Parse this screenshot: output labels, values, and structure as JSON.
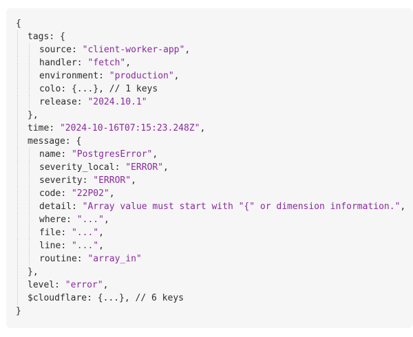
{
  "viewer": {
    "lines": [
      {
        "depth": 0,
        "parts": [
          {
            "t": "punct",
            "v": "{"
          }
        ]
      },
      {
        "depth": 1,
        "parts": [
          {
            "t": "key",
            "v": "tags"
          },
          {
            "t": "punct",
            "v": ": {"
          }
        ]
      },
      {
        "depth": 2,
        "parts": [
          {
            "t": "key",
            "v": "source"
          },
          {
            "t": "punct",
            "v": ": "
          },
          {
            "t": "str",
            "v": "\"client-worker-app\""
          },
          {
            "t": "punct",
            "v": ","
          }
        ]
      },
      {
        "depth": 2,
        "parts": [
          {
            "t": "key",
            "v": "handler"
          },
          {
            "t": "punct",
            "v": ": "
          },
          {
            "t": "str",
            "v": "\"fetch\""
          },
          {
            "t": "punct",
            "v": ","
          }
        ]
      },
      {
        "depth": 2,
        "parts": [
          {
            "t": "key",
            "v": "environment"
          },
          {
            "t": "punct",
            "v": ": "
          },
          {
            "t": "str",
            "v": "\"production\""
          },
          {
            "t": "punct",
            "v": ","
          }
        ]
      },
      {
        "depth": 2,
        "parts": [
          {
            "t": "key",
            "v": "colo"
          },
          {
            "t": "punct",
            "v": ": {...}, "
          },
          {
            "t": "comment",
            "v": "// 1 keys"
          }
        ]
      },
      {
        "depth": 2,
        "parts": [
          {
            "t": "key",
            "v": "release"
          },
          {
            "t": "punct",
            "v": ": "
          },
          {
            "t": "str",
            "v": "\"2024.10.1\""
          }
        ]
      },
      {
        "depth": 1,
        "parts": [
          {
            "t": "punct",
            "v": "},"
          }
        ]
      },
      {
        "depth": 1,
        "parts": [
          {
            "t": "key",
            "v": "time"
          },
          {
            "t": "punct",
            "v": ": "
          },
          {
            "t": "str",
            "v": "\"2024-10-16T07:15:23.248Z\""
          },
          {
            "t": "punct",
            "v": ","
          }
        ]
      },
      {
        "depth": 1,
        "parts": [
          {
            "t": "key",
            "v": "message"
          },
          {
            "t": "punct",
            "v": ": {"
          }
        ]
      },
      {
        "depth": 2,
        "parts": [
          {
            "t": "key",
            "v": "name"
          },
          {
            "t": "punct",
            "v": ": "
          },
          {
            "t": "str",
            "v": "\"PostgresError\""
          },
          {
            "t": "punct",
            "v": ","
          }
        ]
      },
      {
        "depth": 2,
        "parts": [
          {
            "t": "key",
            "v": "severity_local"
          },
          {
            "t": "punct",
            "v": ": "
          },
          {
            "t": "str",
            "v": "\"ERROR\""
          },
          {
            "t": "punct",
            "v": ","
          }
        ]
      },
      {
        "depth": 2,
        "parts": [
          {
            "t": "key",
            "v": "severity"
          },
          {
            "t": "punct",
            "v": ": "
          },
          {
            "t": "str",
            "v": "\"ERROR\""
          },
          {
            "t": "punct",
            "v": ","
          }
        ]
      },
      {
        "depth": 2,
        "parts": [
          {
            "t": "key",
            "v": "code"
          },
          {
            "t": "punct",
            "v": ": "
          },
          {
            "t": "str",
            "v": "\"22P02\""
          },
          {
            "t": "punct",
            "v": ","
          }
        ]
      },
      {
        "depth": 2,
        "parts": [
          {
            "t": "key",
            "v": "detail"
          },
          {
            "t": "punct",
            "v": ": "
          },
          {
            "t": "str",
            "v": "\"Array value must start with \"{\" or dimension information.\""
          },
          {
            "t": "punct",
            "v": ","
          }
        ]
      },
      {
        "depth": 2,
        "parts": [
          {
            "t": "key",
            "v": "where"
          },
          {
            "t": "punct",
            "v": ": "
          },
          {
            "t": "str",
            "v": "\"...\""
          },
          {
            "t": "punct",
            "v": ","
          }
        ]
      },
      {
        "depth": 2,
        "parts": [
          {
            "t": "key",
            "v": "file"
          },
          {
            "t": "punct",
            "v": ": "
          },
          {
            "t": "str",
            "v": "\"...\""
          },
          {
            "t": "punct",
            "v": ","
          }
        ]
      },
      {
        "depth": 2,
        "parts": [
          {
            "t": "key",
            "v": "line"
          },
          {
            "t": "punct",
            "v": ": "
          },
          {
            "t": "str",
            "v": "\"...\""
          },
          {
            "t": "punct",
            "v": ","
          }
        ]
      },
      {
        "depth": 2,
        "parts": [
          {
            "t": "key",
            "v": "routine"
          },
          {
            "t": "punct",
            "v": ": "
          },
          {
            "t": "str",
            "v": "\"array_in\""
          }
        ]
      },
      {
        "depth": 1,
        "parts": [
          {
            "t": "punct",
            "v": "},"
          }
        ]
      },
      {
        "depth": 1,
        "parts": [
          {
            "t": "key",
            "v": "level"
          },
          {
            "t": "punct",
            "v": ": "
          },
          {
            "t": "str",
            "v": "\"error\""
          },
          {
            "t": "punct",
            "v": ","
          }
        ]
      },
      {
        "depth": 1,
        "parts": [
          {
            "t": "key",
            "v": "$cloudflare"
          },
          {
            "t": "punct",
            "v": ": {...}, "
          },
          {
            "t": "comment",
            "v": "// 6 keys"
          }
        ]
      },
      {
        "depth": 0,
        "parts": [
          {
            "t": "punct",
            "v": "}"
          }
        ]
      }
    ]
  },
  "colors": {
    "panel_bg": "#f6f6f6",
    "text": "#2b2b2b",
    "string": "#8a2a9e",
    "guide": "#c8c8c8"
  }
}
